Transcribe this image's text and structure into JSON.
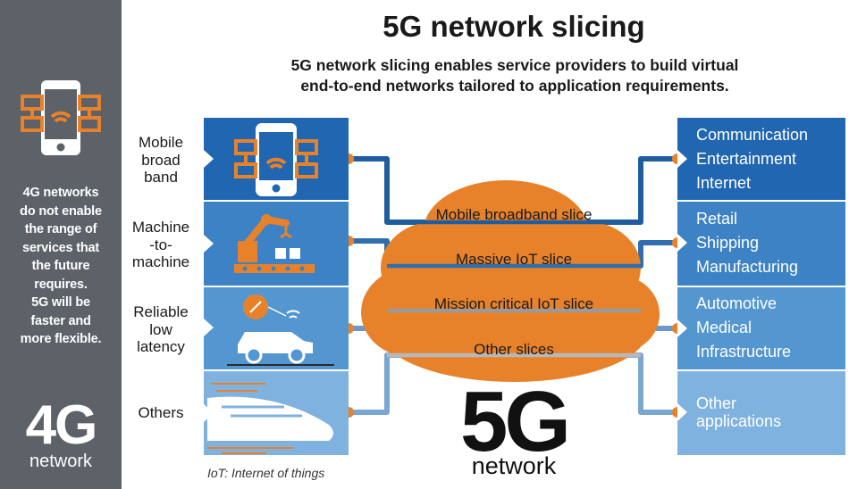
{
  "title": "5G network slicing",
  "subtitle": {
    "line1": "5G network slicing enables service providers to build virtual",
    "line2": "end-to-end networks tailored to application requirements."
  },
  "sidebar": {
    "text": [
      "4G networks",
      "do not enable",
      "the range of",
      "services that",
      "the future",
      "requires.",
      "5G will be",
      "faster and",
      "more flexible."
    ],
    "big_label": "4G",
    "small_label": "network"
  },
  "applications": [
    {
      "label": [
        "Mobile",
        "broad",
        "band"
      ],
      "icon": "smartphone-network-icon",
      "color": "#2166b0"
    },
    {
      "label": [
        "Machine",
        "-to-",
        "machine"
      ],
      "icon": "robot-arm-icon",
      "color": "#3c82c4"
    },
    {
      "label": [
        "Reliable",
        "low",
        "latency"
      ],
      "icon": "connected-car-icon",
      "color": "#5496d0"
    },
    {
      "label": [
        "Others"
      ],
      "icon": "high-speed-train-icon",
      "color": "#7fb2df"
    }
  ],
  "slices": [
    "Mobile broadband slice",
    "Massive IoT slice",
    "Mission critical IoT slice",
    "Other slices"
  ],
  "services": [
    {
      "items": [
        "Communication",
        "Entertainment",
        "Internet"
      ],
      "color": "#2166b0"
    },
    {
      "items": [
        "Retail",
        "Shipping",
        "Manufacturing"
      ],
      "color": "#3c82c4"
    },
    {
      "items": [
        "Automotive",
        "Medical",
        "Infrastructure"
      ],
      "color": "#5496d0"
    },
    {
      "items": [
        "Other",
        "applications"
      ],
      "color": "#7fb2df"
    }
  ],
  "center": {
    "big_label": "5G",
    "small_label": "network"
  },
  "footnote": "IoT: Internet of things",
  "colors": {
    "orange": "#e8822a",
    "sidebar": "#5d6168",
    "line_dark": "#1f5e9e",
    "line_light": "#7aa7d1",
    "line_gray": "#9a9a9a"
  }
}
